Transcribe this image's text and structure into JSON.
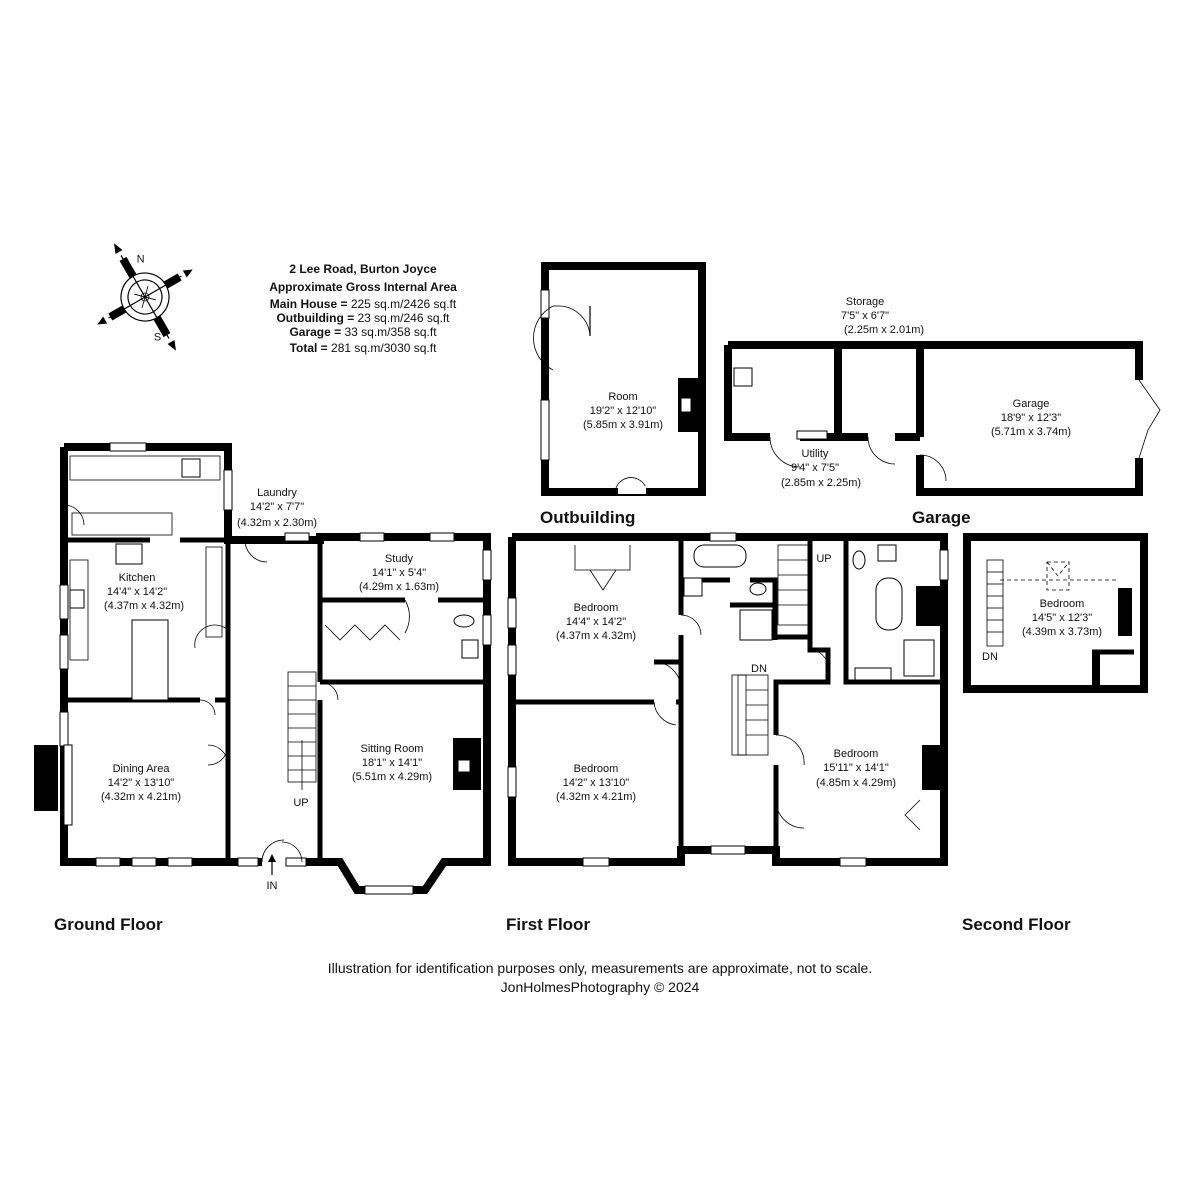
{
  "header": {
    "address": "2 Lee Road, Burton Joyce",
    "subtitle": "Approximate Gross Internal Area",
    "areas": [
      {
        "label": "Main House",
        "value": "225 sq.m/2426 sq.ft"
      },
      {
        "label": "Outbuilding",
        "value": "23 sq.m/246 sq.ft"
      },
      {
        "label": "Garage",
        "value": "33 sq.m/358 sq.ft"
      },
      {
        "label": "Total",
        "value": "281 sq.m/3030 sq.ft"
      }
    ]
  },
  "compass": {
    "north": "N",
    "south": "S"
  },
  "floors": {
    "ground": "Ground Floor",
    "first": "First Floor",
    "second": "Second Floor",
    "outbuilding": "Outbuilding",
    "garage": "Garage"
  },
  "rooms": {
    "kitchen": {
      "name": "Kitchen",
      "imperial": "14'4\" x 14'2\"",
      "metric": "(4.37m x 4.32m)"
    },
    "dining": {
      "name": "Dining Area",
      "imperial": "14'2\" x 13'10\"",
      "metric": "(4.32m x 4.21m)"
    },
    "laundry": {
      "name": "Laundry",
      "imperial": "14'2\" x 7'7\"",
      "metric": "(4.32m x 2.30m)"
    },
    "study": {
      "name": "Study",
      "imperial": "14'1\" x 5'4\"",
      "metric": "(4.29m x 1.63m)"
    },
    "sitting": {
      "name": "Sitting Room",
      "imperial": "18'1\" x 14'1\"",
      "metric": "(5.51m x 4.29m)"
    },
    "outbuilding_room": {
      "name": "Room",
      "imperial": "19'2\" x 12'10\"",
      "metric": "(5.85m x 3.91m)"
    },
    "storage": {
      "name": "Storage",
      "imperial": "7'5\" x 6'7\"",
      "metric": "(2.25m x 2.01m)"
    },
    "utility": {
      "name": "Utility",
      "imperial": "9'4\" x 7'5\"",
      "metric": "(2.85m x 2.25m)"
    },
    "garage_room": {
      "name": "Garage",
      "imperial": "18'9\" x 12'3\"",
      "metric": "(5.71m x 3.74m)"
    },
    "bed1": {
      "name": "Bedroom",
      "imperial": "14'4\" x 14'2\"",
      "metric": "(4.37m x 4.32m)"
    },
    "bed2": {
      "name": "Bedroom",
      "imperial": "14'2\" x 13'10\"",
      "metric": "(4.32m x 4.21m)"
    },
    "bed3": {
      "name": "Bedroom",
      "imperial": "15'11\" x 14'1\"",
      "metric": "(4.85m x 4.29m)"
    },
    "bed4": {
      "name": "Bedroom",
      "imperial": "14'5\" x 12'3\"",
      "metric": "(4.39m x 3.73m)"
    }
  },
  "markers": {
    "up": "UP",
    "dn": "DN",
    "in": "IN"
  },
  "footer": {
    "disclaimer": "Illustration for identification purposes only, measurements are approximate, not to scale.",
    "credit": "JonHolmesPhotography © 2024"
  }
}
